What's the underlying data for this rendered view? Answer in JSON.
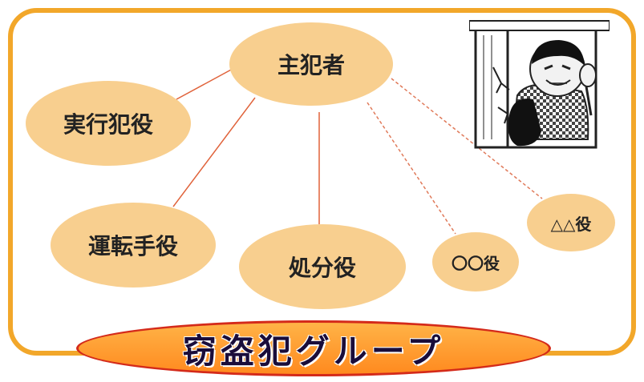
{
  "diagram": {
    "center": "主犯者",
    "roles": [
      "実行犯役",
      "運転手役",
      "処分役",
      "〇〇役",
      "△△役"
    ],
    "group_title": "窃盗犯グループ",
    "illustration": "burglar-at-window-icon"
  },
  "colors": {
    "frame": "#f2a72a",
    "node_fill": "#f8cf8f",
    "solid_link": "#e0623a",
    "dashed_link": "#e07a5a",
    "banner_fill": "#ff9a2a",
    "banner_border": "#d42a1a"
  }
}
